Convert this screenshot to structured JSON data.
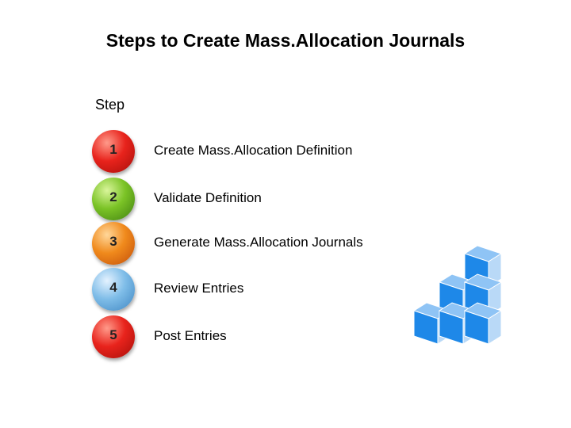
{
  "title": "Steps to Create Mass.Allocation Journals",
  "step_heading": "Step",
  "steps": [
    {
      "number": "1",
      "label": "Create Mass.Allocation Definition",
      "color": "#e8231c"
    },
    {
      "number": "2",
      "label": "Validate Definition",
      "color": "#7bc326"
    },
    {
      "number": "3",
      "label": "Generate Mass.Allocation Journals",
      "color": "#f08a1c"
    },
    {
      "number": "4",
      "label": "Review Entries",
      "color": "#7fbde8"
    },
    {
      "number": "5",
      "label": "Post Entries",
      "color": "#e8231c"
    }
  ],
  "graphic": {
    "icon": "blue-cube-staircase-icon",
    "color": "#1e88e8"
  }
}
